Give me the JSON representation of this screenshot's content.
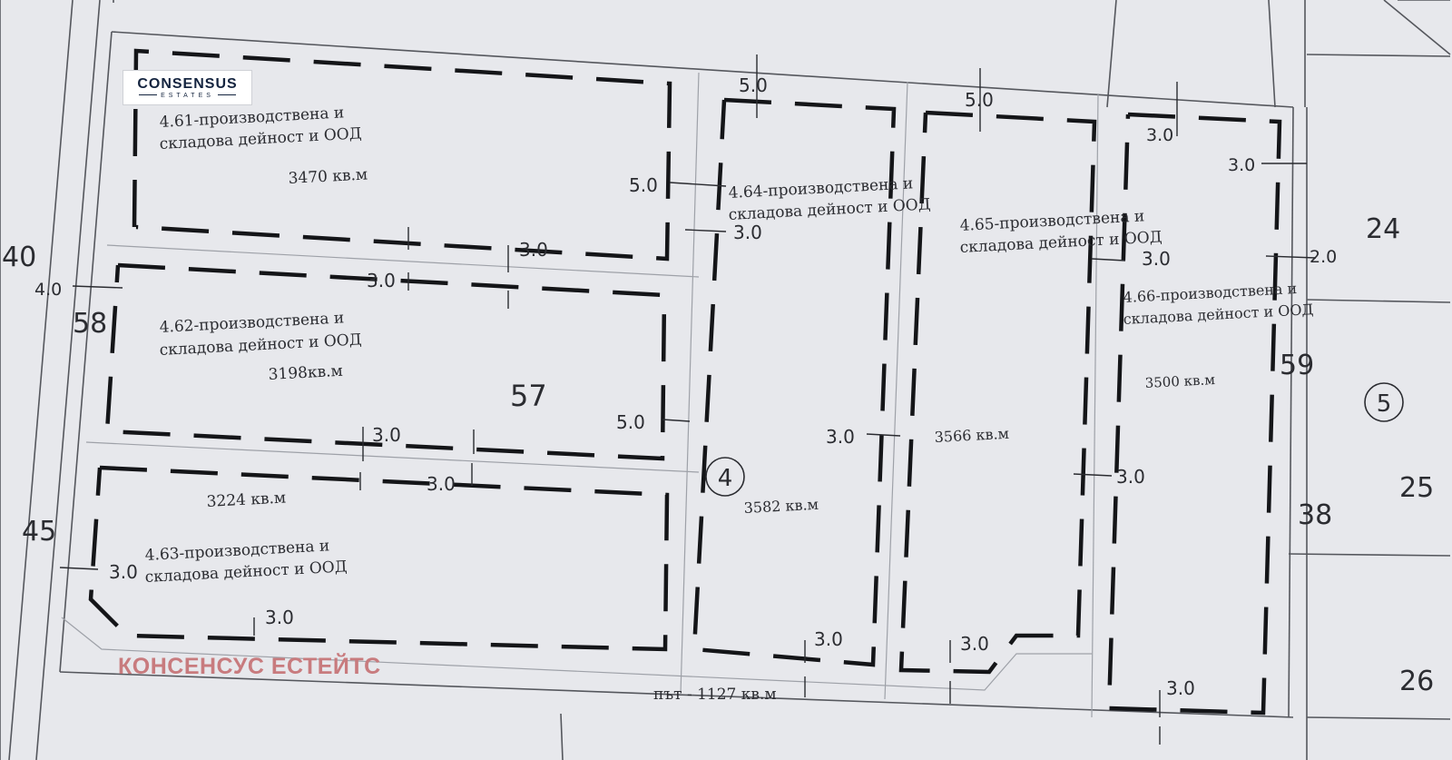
{
  "brand": {
    "logo_main": "CONSENSUS",
    "logo_sub": "ESTATES",
    "watermark": "КОНСЕНСУС ЕСТЕЙТС"
  },
  "plots": {
    "p461": {
      "line1": "4.61-производствена и",
      "line2": "складова дейност и ООД",
      "area": "3470 кв.м"
    },
    "p462": {
      "line1": "4.62-производствена и",
      "line2": "складова дейност и ООД",
      "area": "3198кв.м"
    },
    "p463": {
      "line1": "4.63-производствена и",
      "line2": "складова дейност и ООД",
      "area": "3224 кв.м"
    },
    "p464": {
      "line1": "4.64-производствена и",
      "line2": "складова дейност и ООД",
      "area": "3582 кв.м"
    },
    "p465": {
      "line1": "4.65-производствена и",
      "line2": "складова дейност и ООД",
      "area": "3566 кв.м"
    },
    "p466": {
      "line1": "4.66-производствена и",
      "line2": "складова дейност и ООД",
      "area": "3500 кв.м"
    }
  },
  "road": {
    "label": "път - 1127 кв.м"
  },
  "block_numbers": {
    "b4": "4",
    "b5": "5"
  },
  "neighbour_numbers": {
    "n40": "40",
    "n58": "58",
    "n45": "45",
    "n57": "57",
    "n59": "59",
    "n38": "38",
    "n24": "24",
    "n25": "25",
    "n26": "26"
  },
  "setbacks": {
    "s5_0": "5.0",
    "s4_0": "4.0",
    "s3_0": "3.0",
    "s2_0": "2.0"
  }
}
